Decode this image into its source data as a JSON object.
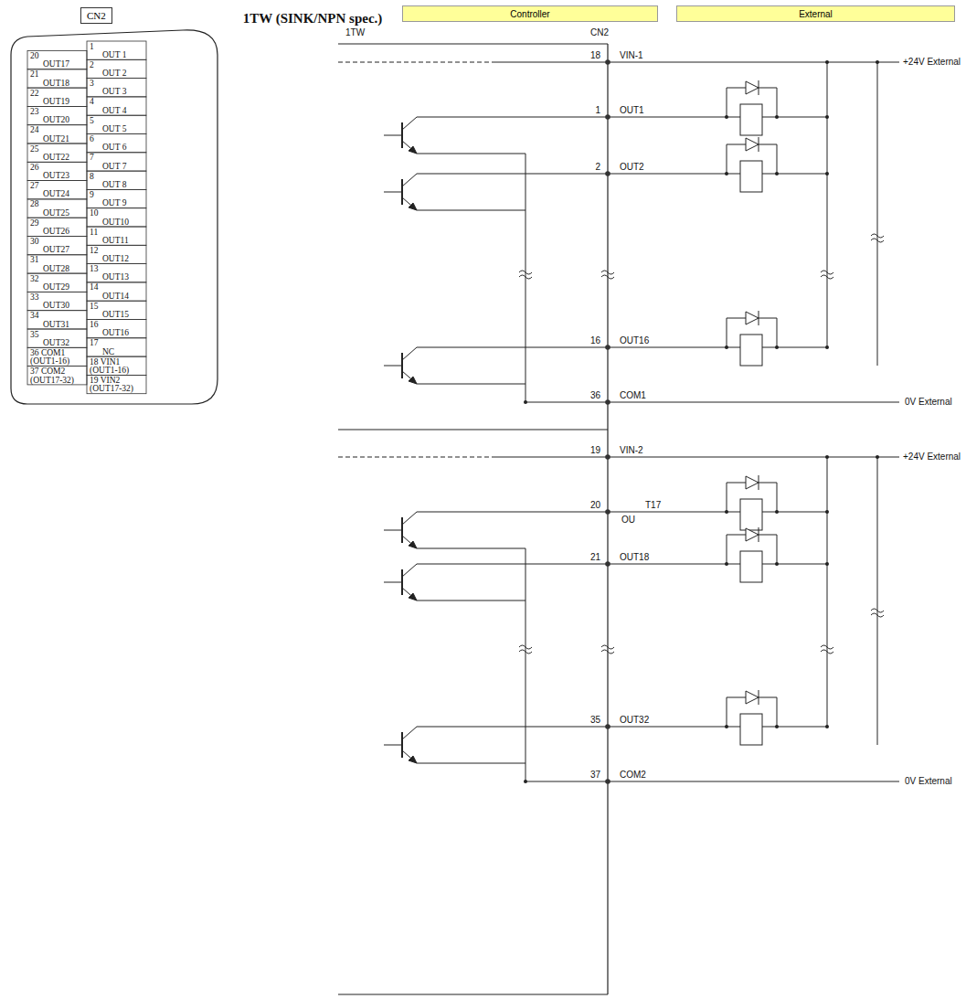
{
  "diagram": {
    "nodes": [
      {
        "text": [
          "CN2"
        ]
      },
      {
        "text": [
          "Controller"
        ]
      },
      {
        "text": [
          "External"
        ]
      }
    ],
    "labels": [
      "1TW (SINK/NPN spec.)",
      "1",
      "OUT 1",
      "2",
      "OUT 2",
      "3",
      "OUT 3",
      "4",
      "OUT 4",
      "5",
      "OUT 5",
      "6",
      "OUT 6",
      "7",
      "OUT 7",
      "8",
      "OUT 8",
      "9",
      "OUT 9",
      "10",
      "OUT10",
      "11",
      "OUT11",
      "12",
      "OUT12",
      "13",
      "OUT13",
      "14",
      "OUT14",
      "15",
      "OUT15",
      "16",
      "OUT16",
      "17",
      "NC",
      "18 VIN1",
      "(OUT1-16)",
      "19 VIN2",
      "(OUT17-32)",
      "20",
      "OUT17",
      "21",
      "OUT18",
      "22",
      "OUT19",
      "23",
      "OUT20",
      "24",
      "OUT21",
      "25",
      "OUT22",
      "26",
      "OUT23",
      "27",
      "OUT24",
      "28",
      "OUT25",
      "29",
      "OUT26",
      "30",
      "OUT27",
      "31",
      "OUT28",
      "32",
      "OUT29",
      "33",
      "OUT30",
      "34",
      "OUT31",
      "35",
      "OUT32",
      "36 COM1",
      "(OUT1-16)",
      "37 COM2",
      "(OUT17-32)",
      "1TW",
      "CN2",
      "18",
      "VIN-1",
      "1",
      "OUT1",
      "2",
      "OUT2",
      "16",
      "OUT16",
      "36",
      "COM1",
      "19",
      "VIN-2",
      "20",
      "T17",
      "OU",
      "21",
      "OUT18",
      "35",
      "OUT32",
      "37",
      "COM2",
      "+24V External",
      "0V External",
      "+24V External",
      "0V External"
    ]
  }
}
